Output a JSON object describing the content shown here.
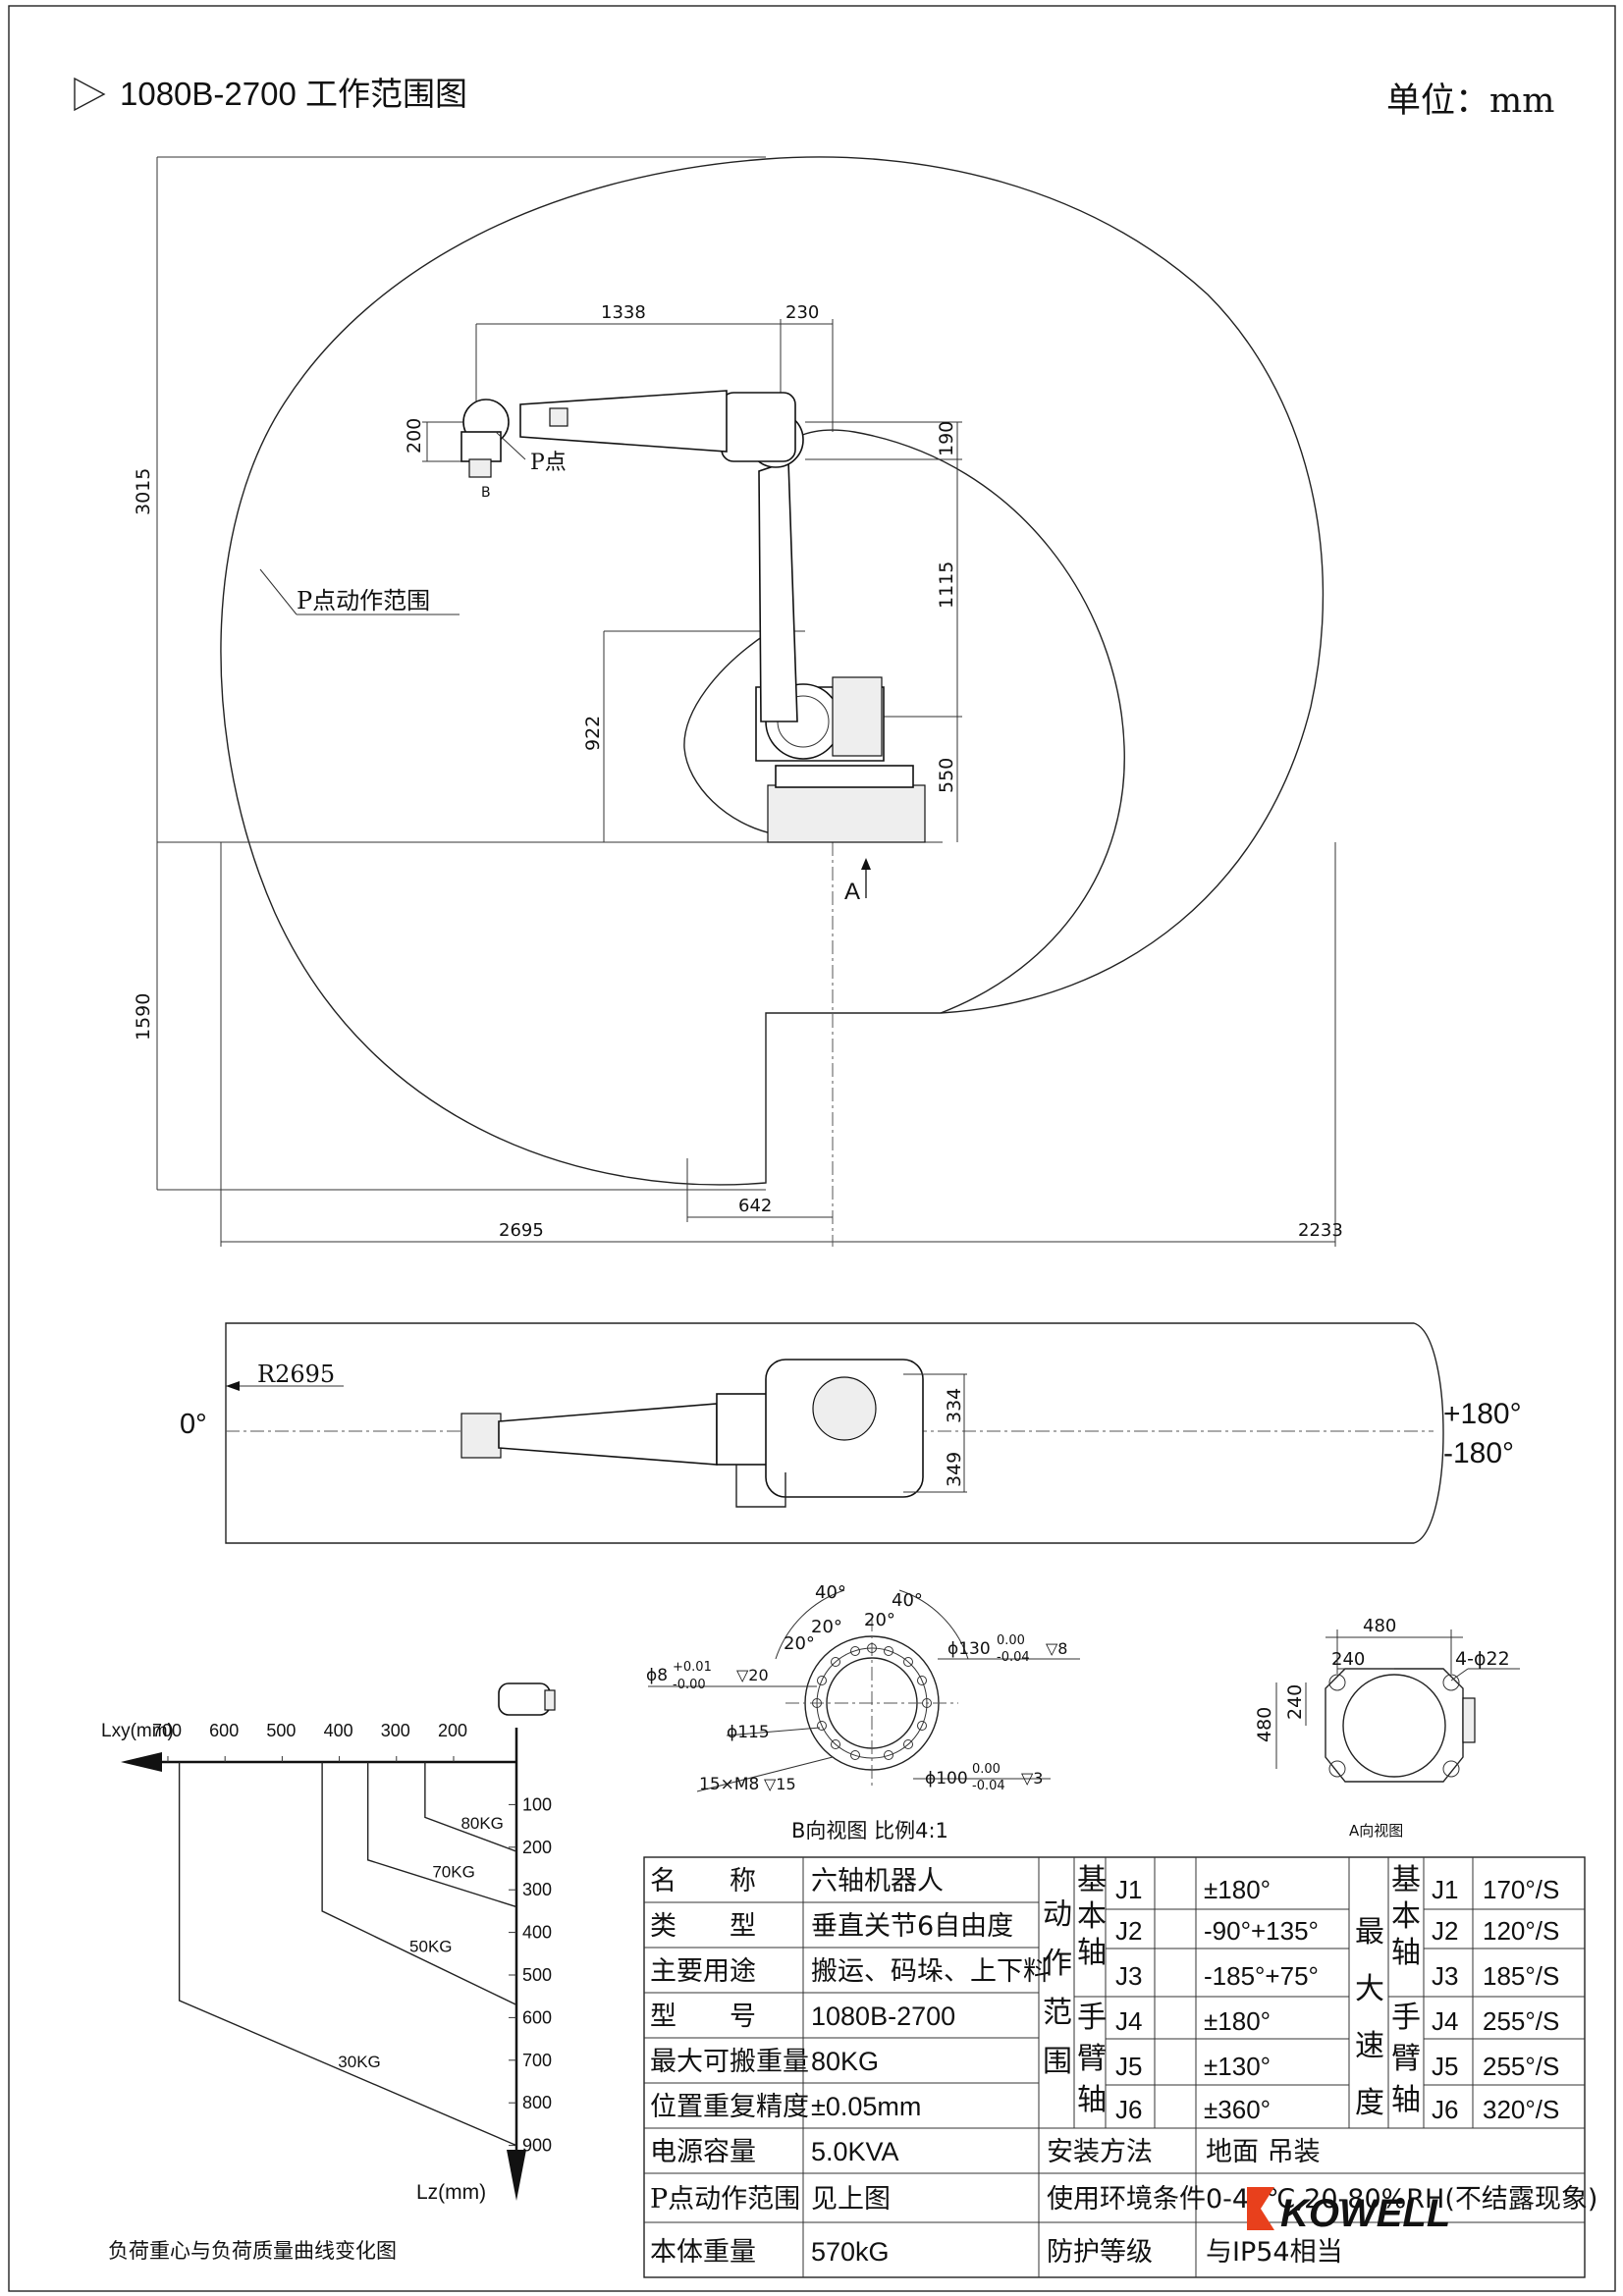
{
  "header": {
    "title": "1080B-2700  工作范围图",
    "unit": "单位：mm"
  },
  "side_view": {
    "dims": {
      "d1338": "1338",
      "d230": "230",
      "d200": "200",
      "d190": "190",
      "d1115": "1115",
      "d3015": "3015",
      "d922": "922",
      "d550": "550",
      "d1590": "1590",
      "d642": "642",
      "d2695": "2695",
      "d2233": "2233"
    },
    "p_point": "P点",
    "b_label": "B",
    "a_label": "A",
    "range_label": "P点动作范围"
  },
  "top_view": {
    "radius": "R2695",
    "angle_left": "0°",
    "angle_right_top": "+180°",
    "angle_right_bottom": "-180°",
    "d334": "334",
    "d349": "349"
  },
  "b_view": {
    "caption": "B向视图 比例4:1",
    "a40a": "40°",
    "a40b": "40°",
    "a20a": "20°",
    "a20b": "20°",
    "a20c": "20°",
    "phi130": "ϕ130",
    "phi130_tol_up": "0.00",
    "phi130_tol_dn": "-0.04",
    "phi130_depth": "▽8",
    "phi8": "ϕ8",
    "phi8_tol_up": "+0.01",
    "phi8_tol_dn": "-0.00",
    "phi8_depth": "▽20",
    "phi115": "ϕ115",
    "m8": "15×M8",
    "m8_depth": "▽15",
    "phi100": "ϕ100",
    "phi100_tol_up": "0.00",
    "phi100_tol_dn": "-0.04",
    "phi100_depth": "▽3"
  },
  "a_view": {
    "caption": "A向视图",
    "d480_top": "480",
    "d240_top": "240",
    "holes": "4-ϕ22",
    "d480_left": "480",
    "d240_left": "240"
  },
  "load_chart": {
    "x_axis_label": "Lxy(mm)",
    "y_axis_label": "Lz(mm)",
    "caption": "负荷重心与负荷质量曲线变化图",
    "x_ticks": [
      "700",
      "600",
      "500",
      "400",
      "300",
      "200"
    ],
    "y_ticks": [
      "100",
      "200",
      "300",
      "400",
      "500",
      "600",
      "700",
      "800",
      "900"
    ],
    "curves": [
      {
        "label": "80KG",
        "lxy": [
          250,
          250,
          200
        ],
        "lz": [
          0,
          130,
          210
        ]
      },
      {
        "label": "70KG",
        "lxy": [
          350,
          350,
          200
        ],
        "lz": [
          0,
          230,
          340
        ]
      },
      {
        "label": "50KG",
        "lxy": [
          430,
          430,
          200
        ],
        "lz": [
          0,
          350,
          570
        ]
      },
      {
        "label": "30KG",
        "lxy": [
          680,
          680,
          200
        ],
        "lz": [
          0,
          560,
          900
        ]
      }
    ]
  },
  "spec_table": {
    "name_label": "名　　称",
    "name_val": "六轴机器人",
    "type_label": "类　　型",
    "type_val": "垂直关节6自由度",
    "use_label": "主要用途",
    "use_val": "搬运、码垛、上下料",
    "model_label": "型　　号",
    "model_val": "1080B-2700",
    "payload_label": "最大可搬重量",
    "payload_val": "80KG",
    "repeat_label": "位置重复精度",
    "repeat_val": "±0.05mm",
    "power_label": "电源容量",
    "power_val": "5.0KVA",
    "range_label": "P点动作范围",
    "range_val": "见上图",
    "weight_label": "本体重量",
    "weight_val": "570kG",
    "motion_group": "动作范围",
    "base_axis": "基本轴",
    "wrist_axis": "手臂轴",
    "motion_rows": [
      {
        "j": "J1",
        "v": "±180°"
      },
      {
        "j": "J2",
        "v": "-90°+135°"
      },
      {
        "j": "J3",
        "v": "-185°+75°"
      },
      {
        "j": "J4",
        "v": "±180°"
      },
      {
        "j": "J5",
        "v": "±130°"
      },
      {
        "j": "J6",
        "v": "±360°"
      }
    ],
    "speed_group": "最大速度",
    "speed_rows": [
      {
        "j": "J1",
        "v": "170°/S"
      },
      {
        "j": "J2",
        "v": "120°/S"
      },
      {
        "j": "J3",
        "v": "185°/S"
      },
      {
        "j": "J4",
        "v": "255°/S"
      },
      {
        "j": "J5",
        "v": "255°/S"
      },
      {
        "j": "J6",
        "v": "320°/S"
      }
    ],
    "install_label": "安装方法",
    "install_val": "地面 吊装",
    "env_label": "使用环境条件",
    "env_val": "0-45℃,20-80%RH(不结露现象)",
    "protect_label": "防护等级",
    "protect_val": "与IP54相当"
  },
  "brand": {
    "logo_text": "KOWELL",
    "logo_accent": "#e8401c"
  }
}
